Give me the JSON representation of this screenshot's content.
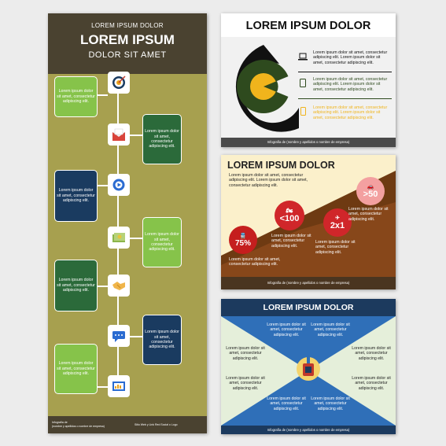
{
  "left": {
    "header_top": "LOREM IPSUM DOLOR",
    "header_main": "LOREM IPSUM",
    "header_sub": "DOLOR SIT AMET",
    "boxes": [
      {
        "text": "Lorem ipsum dolor sit amet, consectetur adipiscing elit."
      },
      {
        "text": "Lorem ipsum dolor sit amet, consectetur adipiscing elit."
      },
      {
        "text": "Lorem ipsum dolor sit amet, consectetur adipiscing elit."
      },
      {
        "text": "Lorem ipsum dolor sit amet, consectetur adipiscing elit."
      },
      {
        "text": "Lorem ipsum dolor sit amet, consectetur adipiscing elit."
      },
      {
        "text": "Lorem ipsum dolor sit amet, consectetur adipiscing elit."
      },
      {
        "text": "Lorem ipsum dolor sit amet, consectetur adipiscing elit."
      }
    ],
    "icons": [
      "target-icon",
      "email-icon",
      "gear-play-icon",
      "money-icon",
      "handshake-icon",
      "chat-icon",
      "presentation-icon"
    ],
    "footer_left_1": "Infografía de",
    "footer_left_2": "(nombre y apellidos o nombre de empresa)",
    "footer_right": "Sitio Web y Link Red Social o Logo"
  },
  "top_right": {
    "title": "LOREM IPSUM DOLOR",
    "items": [
      {
        "text": "Lorem ipsum dolor sit amet, consectetur adipiscing elit. Lorem ipsum dolor sit amet, consectetur adipiscing elit.",
        "icon": "laptop-icon",
        "color": "#111111"
      },
      {
        "text": "Lorem ipsum dolor sit amet, consectetur adipiscing elit. Lorem ipsum dolor sit amet, consectetur adipiscing elit.",
        "icon": "tablet-icon",
        "color": "#2e4a1e"
      },
      {
        "text": "Lorem ipsum dolor sit amet, consectetur adipiscing elit. Lorem ipsum dolor sit amet, consectetur adipiscing elit.",
        "icon": "phone-icon",
        "color": "#f0b41c"
      }
    ],
    "footer": "Infografía de (nombre y apellidos o nombre de empresa)"
  },
  "mid_right": {
    "title": "LOREM IPSUM DOLOR",
    "intro": "Lorem ipsum dolor sit amet, consectetur adipiscing elit. Lorem ipsum dolor sit amet, consectetur adipiscing elit.",
    "stats": [
      {
        "value": "75%",
        "icon": "train-icon",
        "text": "Lorem ipsum dolor sit amet, consectetur adipiscing elit."
      },
      {
        "value": "<100",
        "icon": "motorcycle-icon",
        "text": "Lorem ipsum dolor sit amet, consectetur adipiscing elit."
      },
      {
        "value": "2x1",
        "icon": "plane-icon",
        "text": "Lorem ipsum dolor sit amet, consectetur adipiscing elit."
      },
      {
        "value": ">50",
        "icon": "car-icon",
        "text": "Lorem ipsum dolor sit amet, consectetur adipiscing elit."
      }
    ],
    "footer": "Infografía de (nombre y apellidos o nombre de empresa)"
  },
  "bottom_right": {
    "title": "LOREM IPSUM DOLOR",
    "blocks": [
      "Lorem ipsum dolor sit amet, consectetur adipiscing elit.",
      "Lorem ipsum dolor sit amet, consectetur adipiscing elit.",
      "Lorem ipsum dolor sit amet, consectetur adipiscing elit.",
      "Lorem ipsum dolor sit amet, consectetur adipiscing elit.",
      "Lorem ipsum dolor sit amet, consectetur adipiscing elit.",
      "Lorem ipsum dolor sit amet, consectetur adipiscing elit.",
      "Lorem ipsum dolor sit amet, consectetur adipiscing elit.",
      "Lorem ipsum dolor sit amet, consectetur adipiscing elit."
    ],
    "footer": "Infografía de (nombre y apellidos o nombre de empresa)"
  }
}
